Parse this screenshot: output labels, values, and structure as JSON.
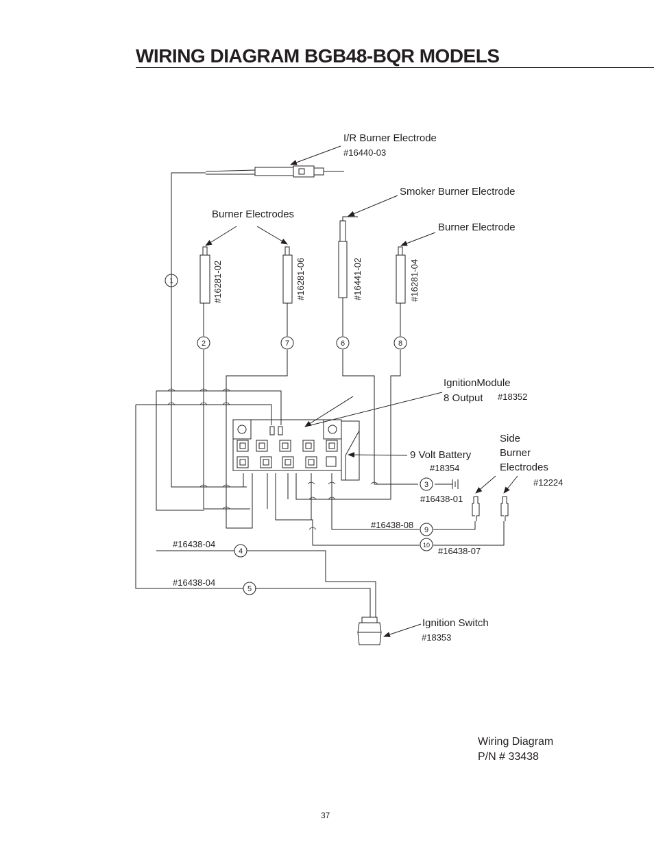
{
  "page": {
    "title": "WIRING DIAGRAM BGB48-BQR MODELS",
    "page_number": "37"
  },
  "labels": {
    "ir_burner_electrode": "I/R Burner Electrode",
    "ir_burner_electrode_pn": "#16440-03",
    "smoker_burner_electrode": "Smoker Burner Electrode",
    "burner_electrodes": "Burner Electrodes",
    "burner_electrode": "Burner Electrode",
    "pn_16281_02": "#16281-02",
    "pn_16281_06": "#16281-06",
    "pn_16441_02": "#16441-02",
    "pn_16281_04": "#16281-04",
    "ignition_module_1": "IgnitionModule",
    "ignition_module_2": "8 Output",
    "ignition_module_pn": "#18352",
    "side_1": "Side",
    "side_2": "Burner",
    "side_3": "Electrodes",
    "side_pn": "#12224",
    "battery": "9 Volt Battery",
    "battery_pn": "#18354",
    "wire_16438_01": "#16438-01",
    "wire_16438_08": "#16438-08",
    "wire_16438_07": "#16438-07",
    "wire_16438_04_a": "#16438-04",
    "wire_16438_04_b": "#16438-04",
    "ignition_switch": "Ignition Switch",
    "ignition_switch_pn": "#18353"
  },
  "wire_numbers": [
    "1",
    "2",
    "7",
    "6",
    "8",
    "3",
    "9",
    "10",
    "4",
    "5"
  ],
  "footer": {
    "line1": "Wiring Diagram",
    "line2": "P/N # 33438"
  }
}
